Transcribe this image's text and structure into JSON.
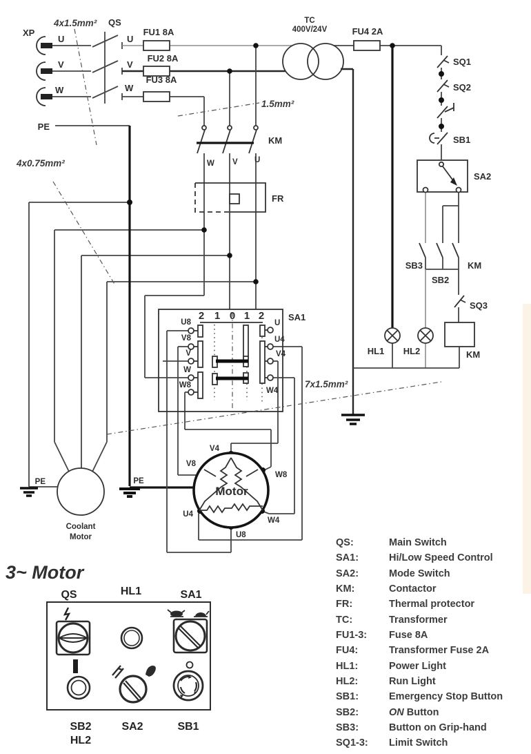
{
  "labels": {
    "xp": "XP",
    "qs": "QS",
    "pe": "PE",
    "u": "U",
    "v": "V",
    "w": "W",
    "u8": "U8",
    "v8": "V8",
    "w8": "W8",
    "u4": "U4",
    "v4": "V4",
    "w4": "W4",
    "fu1": "FU1 8A",
    "fu2": "FU2 8A",
    "fu3": "FU3 8A",
    "fu4": "FU4 2A",
    "tc": "TC",
    "tc_ratio": "400V/24V",
    "km": "KM",
    "fr": "FR",
    "sa1": "SA1",
    "sa2": "SA2",
    "sb1": "SB1",
    "sb2": "SB2",
    "sb3": "SB3",
    "sq1": "SQ1",
    "sq2": "SQ2",
    "sq3": "SQ3",
    "hl1": "HL1",
    "hl2": "HL2",
    "motor": "Motor",
    "coolant_l1": "Coolant",
    "coolant_l2": "Motor",
    "three_motor": "3~ Motor",
    "cable_4x15": "4x1.5mm²",
    "cable_15": "1.5mm²",
    "cable_4x075": "4x0.75mm²",
    "cable_7x15": "7x1.5mm²",
    "pos": [
      "2",
      "1",
      "0",
      "1",
      "2"
    ]
  },
  "legend": {
    "items": [
      {
        "key": "QS:",
        "desc": "Main Switch"
      },
      {
        "key": "SA1:",
        "desc": "Hi/Low Speed Control"
      },
      {
        "key": "SA2:",
        "desc": "Mode Switch"
      },
      {
        "key": "KM:",
        "desc": "Contactor"
      },
      {
        "key": "FR:",
        "desc": "Thermal protector"
      },
      {
        "key": "TC:",
        "desc": "Transformer"
      },
      {
        "key": "FU1-3:",
        "desc": "Fuse 8A"
      },
      {
        "key": "FU4:",
        "desc": "Transformer Fuse 2A"
      },
      {
        "key": "HL1:",
        "desc": "Power Light"
      },
      {
        "key": "HL2:",
        "desc": "Run Light"
      },
      {
        "key": "SB1:",
        "desc": "Emergency Stop Button"
      },
      {
        "key": "SB2:",
        "em": "ON",
        "desc": " Button"
      },
      {
        "key": "SB3:",
        "desc": "Button on Grip-hand"
      },
      {
        "key": "SQ1-3:",
        "desc": "Limit Switch"
      }
    ]
  },
  "colors": {
    "line": "#454545",
    "bold": "#141414",
    "text": "#2d2d2d"
  }
}
